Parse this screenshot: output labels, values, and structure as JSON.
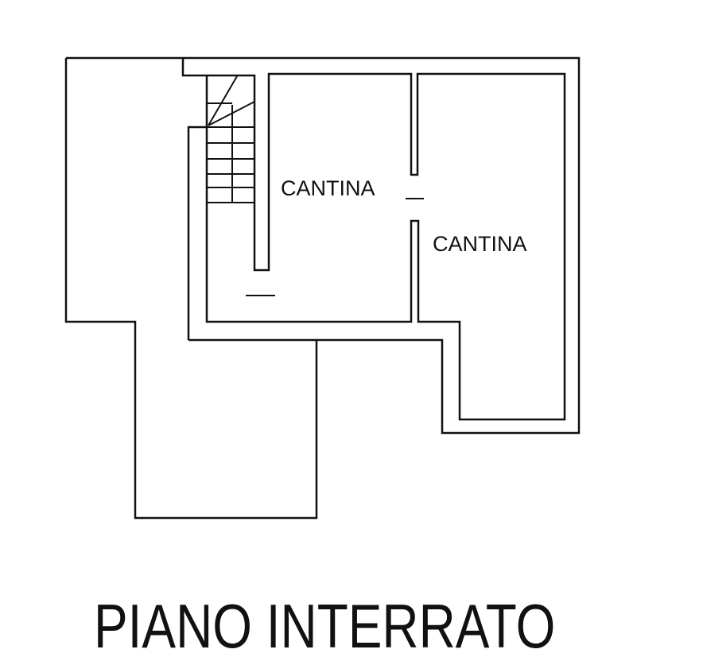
{
  "plan": {
    "rooms": [
      {
        "label": "CANTINA"
      },
      {
        "label": "CANTINA"
      }
    ],
    "title": "PIANO INTERRATO"
  }
}
